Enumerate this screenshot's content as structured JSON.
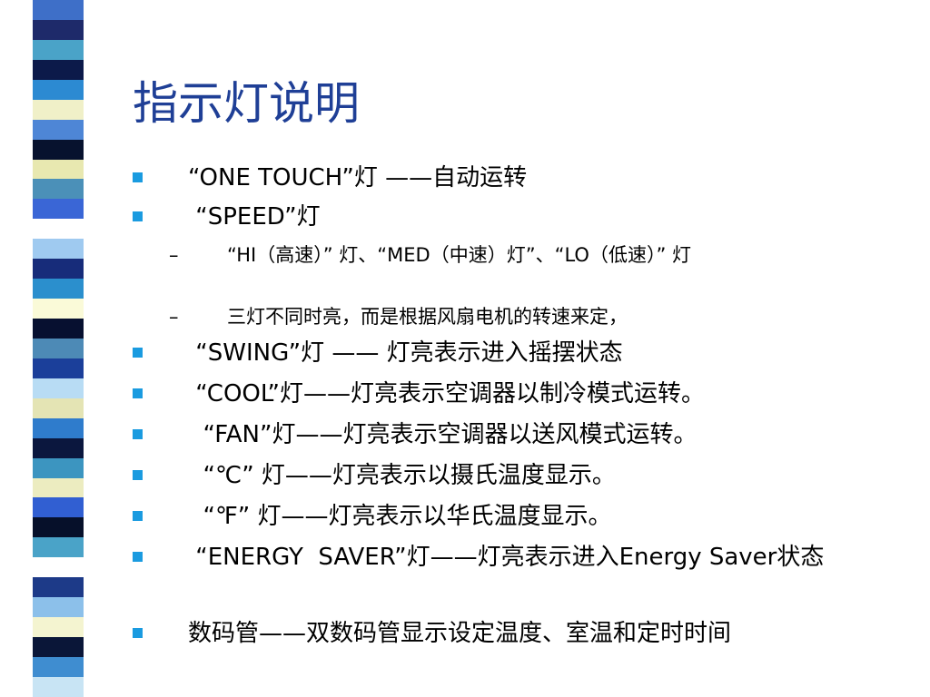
{
  "slide": {
    "title": "指示灯说明",
    "accent_color": "#1f3f96",
    "bullet_color": "#1a9be0"
  },
  "stripe_colors": [
    "#3e6fc8",
    "#1e2a6a",
    "#4aa3c8",
    "#0c1a4a",
    "#2c8ad2",
    "#f0f0c8",
    "#4e86d6",
    "#07122e",
    "#e8e8b0",
    "#4b90b8",
    "#3a66d6",
    "#ffffff",
    "#9fcaf0",
    "#172c7a",
    "#2b8fcd",
    "#fafad8",
    "#071030",
    "#4d8ab6",
    "#1b3f9a",
    "#b8dcf4",
    "#e4e4b4",
    "#2f7ccc",
    "#0b173e",
    "#3c95c0",
    "#ececc0",
    "#315fd2",
    "#06102a",
    "#4aa3c8",
    "#ffffff",
    "#1d3a88",
    "#8cc0ea",
    "#f4f4d0",
    "#0a1638",
    "#3f8dd0",
    "#c8e4f4"
  ],
  "bullets": [
    {
      "text": "“ONE TOUCH”灯 ——自动运转"
    },
    {
      "text": " “SPEED”灯"
    },
    {
      "text": " “SWING”灯 —— 灯亮表示进入摇摆状态"
    },
    {
      "text": " “COOL”灯——灯亮表示空调器以制冷模式运转。"
    },
    {
      "text": "  “FAN”灯——灯亮表示空调器以送风模式运转。"
    },
    {
      "text": "  “℃” 灯——灯亮表示以摄氏温度显示。"
    },
    {
      "text": "  “℉” 灯——灯亮表示以华氏温度显示。"
    },
    {
      "text": " “ENERGY  SAVER”灯——灯亮表示进入Energy Saver状态"
    },
    {
      "text": "数码管——双数码管显示设定温度、室温和定时时间"
    }
  ],
  "subitems": [
    {
      "dash": "–",
      "text": "“HI（高速）” 灯、“MED（中速）灯”、“LO（低速）” 灯"
    },
    {
      "dash": "–",
      "text": "三灯不同时亮，而是根据风扇电机的转速来定，"
    }
  ]
}
